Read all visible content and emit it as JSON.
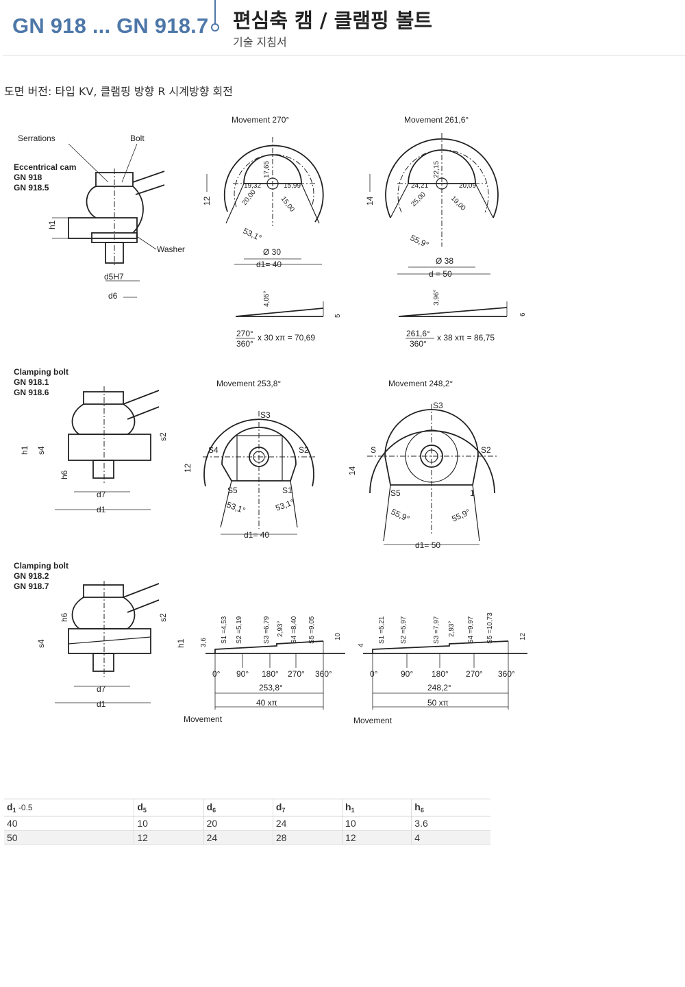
{
  "header": {
    "product": "GN 918 ... GN 918.7",
    "title": "편심축 캠 / 클램핑 볼트",
    "subtitle": "기술 지침서"
  },
  "caption": "도면 버전: 타입 KV, 클램핑 방향 R 시계방향 회전",
  "drawing": {
    "section1": {
      "labels": [
        "Serrations",
        "Bolt",
        "Eccentrical cam",
        "GN 918",
        "GN 918.5",
        "Washer",
        "h1",
        "d5H7",
        "d6"
      ],
      "views": [
        {
          "movement": "Movement 270°",
          "dims": [
            "17,65",
            "19,32",
            "15,99",
            "20,00",
            "15,00",
            "12",
            "53,1°",
            "Ø 30",
            "d1= 40"
          ],
          "slope": {
            "angle": "4,05°",
            "height": "5",
            "formula_top": "270°",
            "formula_bottom": "360°",
            "formula": "x 30 xπ = 70,69"
          }
        },
        {
          "movement": "Movement 261,6°",
          "dims": [
            "22,15",
            "24,21",
            "20,09",
            "25,00",
            "19,00",
            "14",
            "55,9°",
            "Ø 38",
            "d  = 50"
          ],
          "slope": {
            "angle": "3,96°",
            "height": "6",
            "formula_top": "261,6°",
            "formula_bottom": "360°",
            "formula": "x 38 xπ = 86,75"
          }
        }
      ]
    },
    "section2": {
      "labels": [
        "Clamping bolt",
        "GN 918.1",
        "GN 918.6",
        "h1",
        "s4",
        "s2",
        "h6",
        "d7",
        "d1"
      ],
      "views": [
        {
          "movement": "Movement 253,8°",
          "s_labels": [
            "S3",
            "S4",
            "S2",
            "S5",
            "S1"
          ],
          "dims": [
            "12",
            "53,1°",
            "53,1°",
            "d1= 40"
          ]
        },
        {
          "movement": "Movement 248,2°",
          "s_labels": [
            "S3",
            "S",
            "S2",
            "S5",
            "1"
          ],
          "dims": [
            "14",
            "55,9°",
            "55,9°",
            "d1= 50"
          ]
        }
      ]
    },
    "section3": {
      "labels": [
        "Clamping bolt",
        "GN 918.2",
        "GN 918.7",
        "h6",
        "s4",
        "s2",
        "h1",
        "d7",
        "d1"
      ],
      "views": [
        {
          "values": [
            "S1 =4,53",
            "S2 =5,19",
            "S3 =6,79",
            "2,93°",
            "S4 =8,40",
            "S5 =9,05",
            "3,6",
            "10"
          ],
          "angles": [
            "0°",
            "90°",
            "180°",
            "270°",
            "360°"
          ],
          "movement_angle": "253,8°",
          "circumference": "40 xπ",
          "movement": "Movement"
        },
        {
          "values": [
            "S1 =5,21",
            "S2 =5,97",
            "S3 =7,97",
            "2,93°",
            "S4 =9,97",
            "S5 =10,73",
            "4",
            "12"
          ],
          "angles": [
            "0°",
            "90°",
            "180°",
            "270°",
            "360°"
          ],
          "movement_angle": "248,2°",
          "circumference": "50 xπ",
          "movement": "Movement"
        }
      ]
    }
  },
  "table": {
    "headers": [
      {
        "main": "d",
        "sub": "1",
        "suffix": " -0.5"
      },
      {
        "main": "d",
        "sub": "5",
        "suffix": ""
      },
      {
        "main": "d",
        "sub": "6",
        "suffix": ""
      },
      {
        "main": "d",
        "sub": "7",
        "suffix": ""
      },
      {
        "main": "h",
        "sub": "1",
        "suffix": ""
      },
      {
        "main": "h",
        "sub": "6",
        "suffix": ""
      }
    ],
    "rows": [
      [
        "40",
        "10",
        "20",
        "24",
        "10",
        "3.6"
      ],
      [
        "50",
        "12",
        "24",
        "28",
        "12",
        "4"
      ]
    ]
  }
}
